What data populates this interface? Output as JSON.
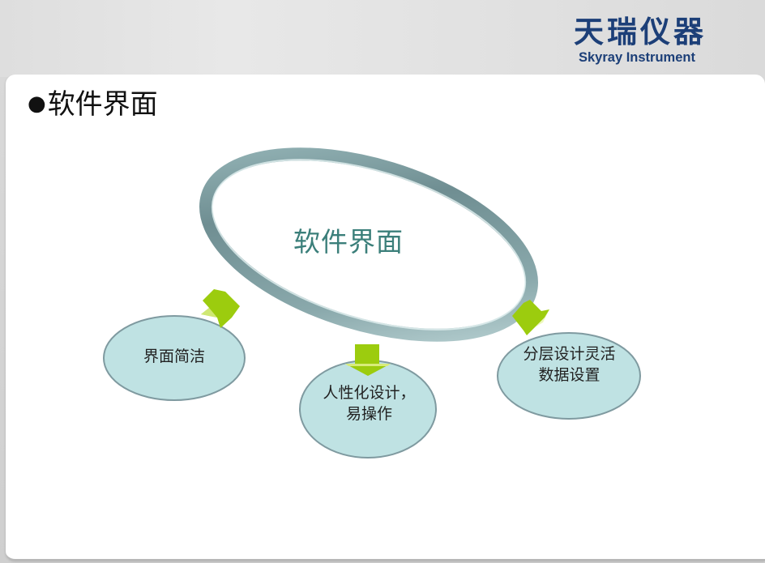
{
  "header": {
    "logo_cn": "天瑞仪器",
    "logo_en": "Skyray Instrument",
    "logo_color": "#1c3f78"
  },
  "slide": {
    "bullet": "●",
    "title": "软件界面"
  },
  "diagram": {
    "center": {
      "label": "软件界面",
      "color": "#3b7f7a",
      "ring_color": "#7c9ea2"
    },
    "arrow_color": "#9ccc0e",
    "node_fill": "#bfe2e3",
    "node_stroke": "#7f9aa0",
    "nodes": [
      {
        "label": "界面简洁"
      },
      {
        "label": "人性化设计，易操作"
      },
      {
        "label": "分层设计灵活数据设置"
      }
    ]
  }
}
